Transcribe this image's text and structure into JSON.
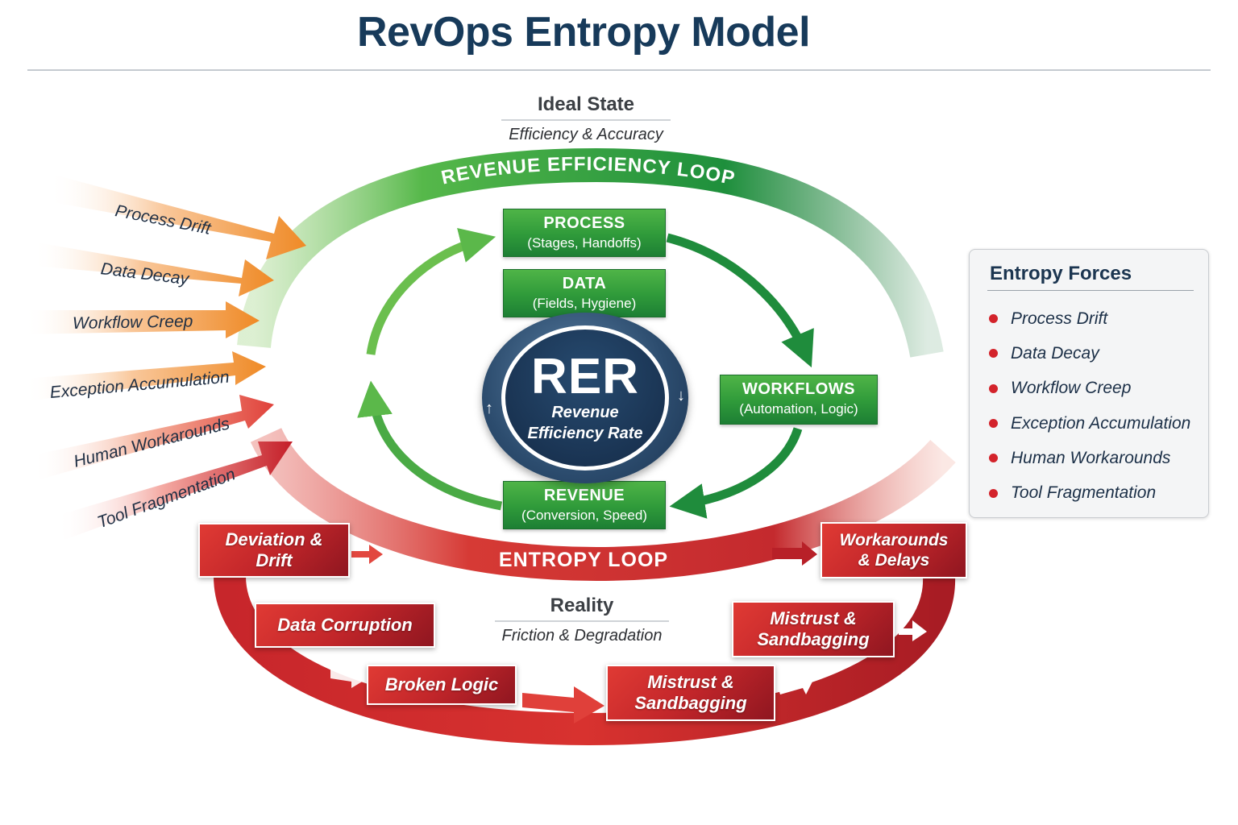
{
  "title": "RevOps Entropy Model",
  "ideal_state": {
    "title": "Ideal State",
    "subtitle": "Efficiency & Accuracy"
  },
  "reality": {
    "title": "Reality",
    "subtitle": "Friction & Degradation"
  },
  "efficiency_loop": {
    "label": "REVENUE EFFICIENCY LOOP",
    "color": "#2e9a3e",
    "stages": [
      {
        "title": "PROCESS",
        "subtitle": "(Stages, Handoffs)"
      },
      {
        "title": "DATA",
        "subtitle": "(Fields, Hygiene)"
      },
      {
        "title": "WORKFLOWS",
        "subtitle": "(Automation, Logic)"
      },
      {
        "title": "REVENUE",
        "subtitle": "(Conversion, Speed)"
      }
    ]
  },
  "core_metric": {
    "abbr": "RER",
    "line1": "Revenue",
    "line2": "Efficiency Rate"
  },
  "entropy_loop": {
    "label": "ENTROPY LOOP",
    "color": "#c9272c",
    "stages": [
      {
        "text": "Deviation & Drift"
      },
      {
        "text": "Data Corruption"
      },
      {
        "text": "Broken Logic"
      },
      {
        "text": "Mistrust & Sandbagging"
      },
      {
        "text": "Mistrust & Sandbagging"
      },
      {
        "text": "Workarounds & Delays"
      }
    ]
  },
  "incoming_forces": [
    "Process Drift",
    "Data Decay",
    "Workflow Creep",
    "Exception Accumulation",
    "Human Workarounds",
    "Tool Fragmentation"
  ],
  "legend": {
    "title": "Entropy Forces",
    "bullet_color": "#d3232b",
    "items": [
      "Process Drift",
      "Data Decay",
      "Workflow Creep",
      "Exception Accumulation",
      "Human Workarounds",
      "Tool Fragmentation"
    ]
  }
}
